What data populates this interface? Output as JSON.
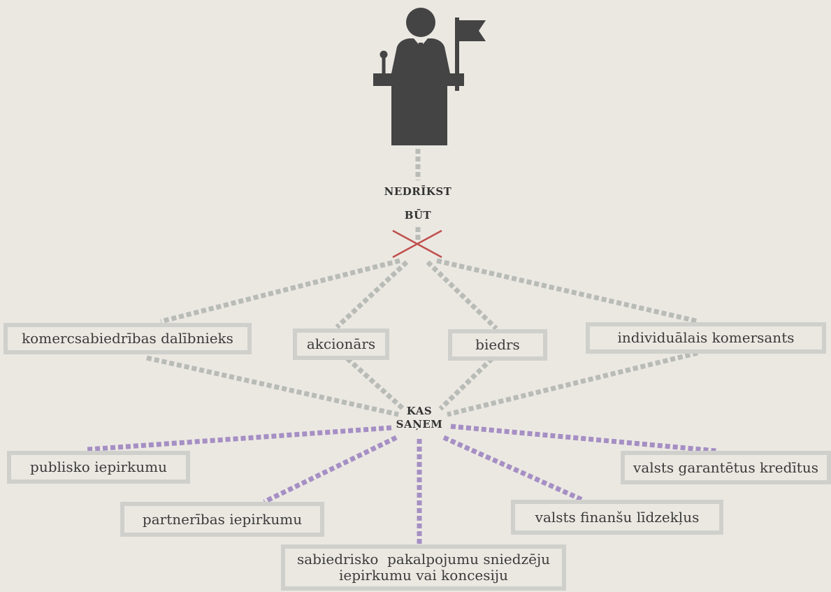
{
  "labels": {
    "nedrikst": "NEDRĪKST",
    "but": "BŪT",
    "kas": "KAS",
    "sanem": "SAŅEM"
  },
  "roles": [
    "komercsabiedrības dalībnieks",
    "akcionārs",
    "biedrs",
    "individuālais komersants"
  ],
  "receives": [
    "publisko iepirkumu",
    "partnerības iepirkumu",
    "sabiedrisko  pakalpojumu sniedzēju",
    "iepirkumu vai koncesiju",
    "valsts finanšu līdzekļus",
    "valsts garantētus kredītus"
  ],
  "colors": {
    "background": "#ebe8e2",
    "grey_line": "#b8bbb6",
    "purple_line": "#a58fc4",
    "cross": "#c0504d",
    "icon": "#444444"
  },
  "icons": {
    "speaker": "speaker-at-podium-icon",
    "cross": "cross-icon"
  }
}
